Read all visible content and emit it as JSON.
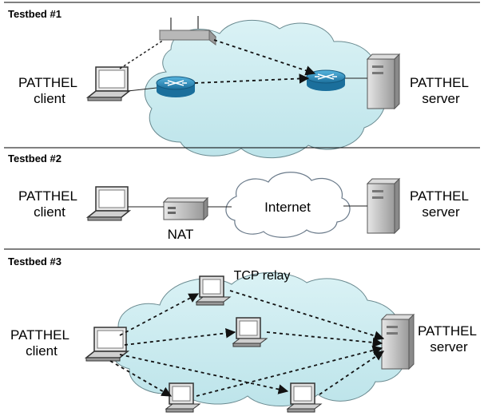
{
  "testbeds": [
    {
      "title": "Testbed #1",
      "client_label": [
        "PATTHEL",
        "client"
      ],
      "server_label": [
        "PATTHEL",
        "server"
      ]
    },
    {
      "title": "Testbed #2",
      "client_label": [
        "PATTHEL",
        "client"
      ],
      "server_label": [
        "PATTHEL",
        "server"
      ],
      "cloud_label": "Internet",
      "nat_label": "NAT"
    },
    {
      "title": "Testbed #3",
      "client_label": [
        "PATTHEL",
        "client"
      ],
      "server_label": [
        "PATTHEL",
        "server"
      ],
      "relay_label": "TCP relay"
    }
  ],
  "colors": {
    "cloud_fill": "#ccecf0",
    "router_fill": "#2a86b4",
    "line": "#222222"
  }
}
